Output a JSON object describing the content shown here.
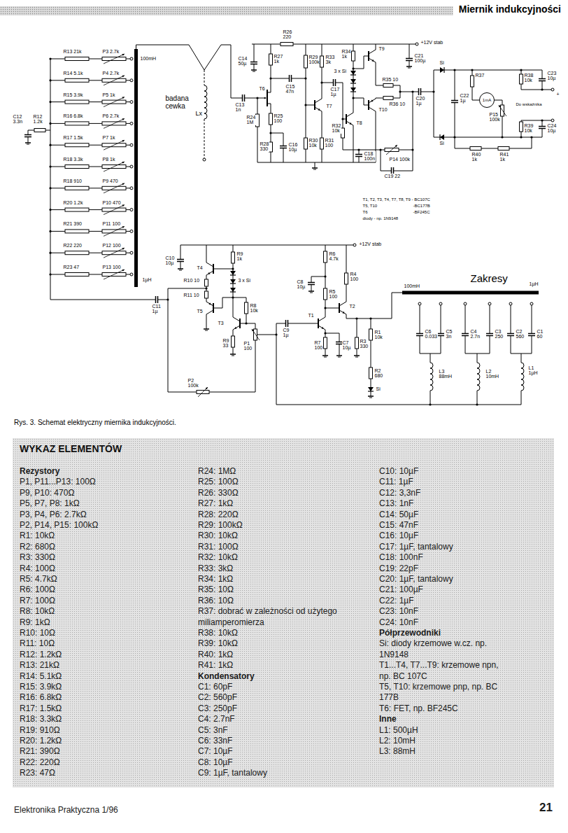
{
  "diagram": {
    "title": "Miernik indukcyjności",
    "caption": "Rys. 3. Schemat elektryczny miernika indukcyjności.",
    "nodes": [
      {
        "text": [
          "1mA"
        ]
      },
      {
        "text": [
          "WYKAZ ELEMENTÓW"
        ]
      }
    ],
    "labels": [
      "100mH",
      "1µH",
      "R13 21k",
      "R14 5.1k",
      "R15 3.9k",
      "R16 6.8k",
      "R17 1.5k",
      "R18 3.3k",
      "R18 910",
      "R20 1.2k",
      "R21 390",
      "R22 220",
      "R23 47",
      "P3 2.7k",
      "P4 2.7k",
      "P5 1k",
      "P6 2.7k",
      "P7 1k",
      "P8 1k",
      "P9 470",
      "P10 470",
      "P11 100",
      "P12 100",
      "P13 100",
      "C12 3.3n",
      "R12 1.2k",
      "badana cewka",
      "Lx",
      "R26 220",
      "C14 50µ",
      "R27 1k",
      "T6",
      "C15 47n",
      "R29 100k",
      "R33 3k",
      "C13 1n",
      "R24 1M",
      "R25 100",
      "R28 330",
      "C16 10µ",
      "R30 10k",
      "R31 100",
      "T7",
      "C17 1µ",
      "3 x Si",
      "R34 1k",
      "T9",
      "C21 100µ",
      "+12V stab",
      "R35 10",
      "T10",
      "R36 10",
      "T8",
      "R32 10k",
      "C18 100n",
      "P14 100k",
      "C19 22",
      "C20 1µ",
      "Si",
      "Si",
      "C22 1µ",
      "R37",
      "R38 10k",
      "C23 10µ",
      "P15 100k",
      "Do wskaźnika",
      "+",
      "R39 10k",
      "C24 10µ",
      "R40 1k",
      "R41 1k",
      "T1, T2, T3, T4, T7, T8, T9 - BC107C",
      "T5, T10",
      "-BC177B",
      "T6",
      "-BF245C",
      "diody - np. 1N9148",
      "+12V stab",
      "C10 10µ",
      "T4",
      "R9 1k",
      "3 x Si",
      "R10 10",
      "R11 10",
      "T5",
      "R8 10k",
      "T3",
      "R9 33",
      "C11 1µ",
      "P1 100",
      "P2 100k",
      "C9 1µ",
      "R6 4.7k",
      "R4 100",
      "C8 10µ",
      "R5 100",
      "T2",
      "T1",
      "R7 100",
      "C7 10µ",
      "R3 330",
      "R1 10k",
      "R2 680",
      "Si",
      "Zakresy",
      "100mH",
      "1µH",
      "C6 0.033",
      "C5 3n",
      "C4 2.7n",
      "C3 250",
      "C2 560",
      "C1 60",
      "L3 88mH",
      "L2 10mH",
      "L1 1µH",
      "Rezystory",
      "P1, P11...P13: 100Ω",
      "P9, P10: 470Ω",
      "P5, P7, P8: 1kΩ",
      "P3, P4, P6: 2.7kΩ",
      "P2, P14, P15: 100kΩ",
      "R1: 10kΩ",
      "R2: 680Ω",
      "R3: 330Ω",
      "R4: 100Ω",
      "R5: 4.7kΩ",
      "R6: 100Ω",
      "R7: 100Ω",
      "R8: 10kΩ",
      "R9: 1kΩ",
      "R10: 10Ω",
      "R11: 10Ω",
      "R12: 1.2kΩ",
      "R13: 21kΩ",
      "R14: 5.1kΩ",
      "R15: 3.9kΩ",
      "R16: 6.8kΩ",
      "R17: 1.5kΩ",
      "R18: 3.3kΩ",
      "R19: 910Ω",
      "R20: 1.2kΩ",
      "R21: 390Ω",
      "R22: 220Ω",
      "R23: 47Ω",
      "R24: 1MΩ",
      "R25: 100Ω",
      "R26: 330Ω",
      "R27: 1kΩ",
      "R28: 220Ω",
      "R29: 100kΩ",
      "R30: 10kΩ",
      "R31: 100Ω",
      "R32: 10kΩ",
      "R33: 3kΩ",
      "R34: 1kΩ",
      "R35: 10Ω",
      "R36: 10Ω",
      "R37: dobrać w zależności od użytego miliamperomierza",
      "R38: 10kΩ",
      "R39: 10kΩ",
      "R40: 1kΩ",
      "R41: 1kΩ",
      "Kondensatory",
      "C1: 60pF",
      "C2: 560pF",
      "C3: 250pF",
      "C4: 2.7nF",
      "C5: 3nF",
      "C6: 33nF",
      "C7: 10µF",
      "C8: 10µF",
      "C9: 1µF, tantalowy",
      "C10: 10µF",
      "C11: 1µF",
      "C12: 3,3nF",
      "C13: 1nF",
      "C14: 50µF",
      "C15: 47nF",
      "C16: 10µF",
      "C17: 1µF, tantalowy",
      "C18: 100nF",
      "C19: 22pF",
      "C20: 1µF, tantalowy",
      "C21: 100µF",
      "C22: 1µF",
      "C23: 10nF",
      "C24: 10nF",
      "Półprzewodniki",
      "Si: diody krzemowe w.cz. np. 1N9148",
      "T1...T4, T7...T9: krzemowe npn, np. BC 107C",
      "T5, T10: krzemowe pnp, np. BC 177B",
      "T6: FET, np. BF245C",
      "Inne",
      "L1: 500µH",
      "L2: 10mH",
      "L3: 88mH",
      "Elektronika Praktyczna 1/96",
      "21"
    ]
  }
}
